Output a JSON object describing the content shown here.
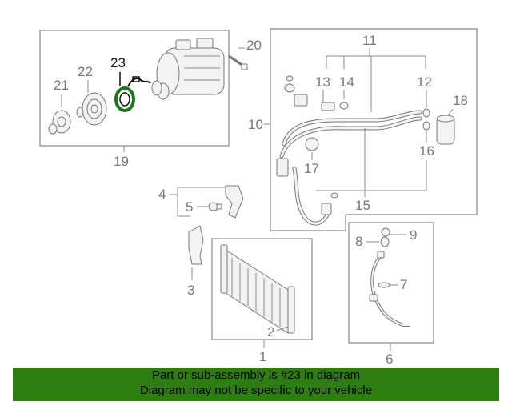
{
  "callouts": {
    "c1": "1",
    "c2": "2",
    "c3": "3",
    "c4": "4",
    "c5": "5",
    "c6": "6",
    "c7": "7",
    "c8": "8",
    "c9": "9",
    "c10": "10",
    "c11": "11",
    "c12": "12",
    "c13": "13",
    "c14": "14",
    "c15": "15",
    "c16": "16",
    "c17": "17",
    "c18": "18",
    "c19": "19",
    "c20": "20",
    "c21": "21",
    "c22": "22",
    "c23": "23"
  },
  "highlight": {
    "part": "23",
    "color": "#1a7a1a"
  },
  "banner": {
    "line1": "Part or sub-assembly is #23 in diagram",
    "line2": "Diagram may not be specific to your vehicle",
    "background": "#2e7d12"
  }
}
